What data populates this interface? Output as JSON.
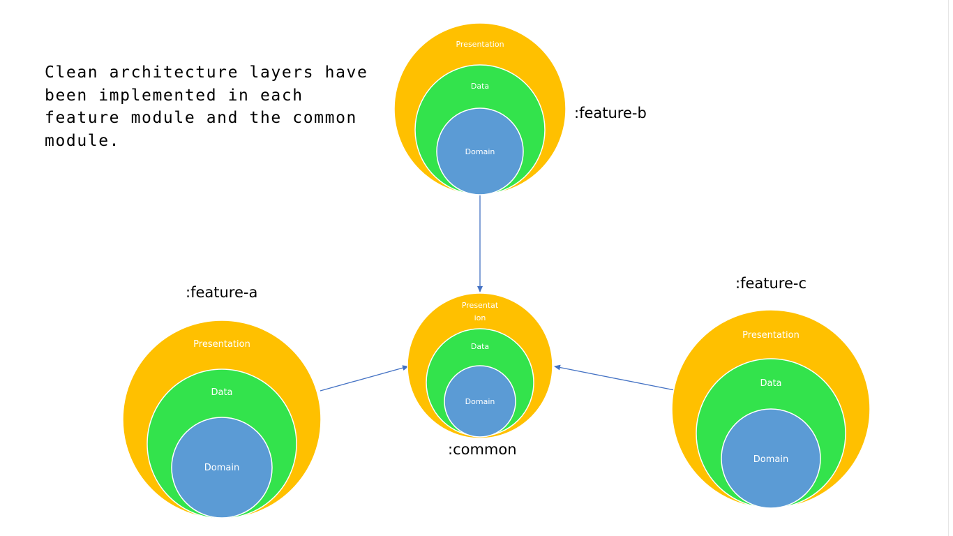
{
  "caption": "Clean architecture layers have been implemented in each feature module and the common module.",
  "modules": {
    "feature_b": {
      "label": ":feature-b",
      "presentation": "Presentation",
      "data": "Data",
      "domain": "Domain"
    },
    "feature_a": {
      "label": ":feature-a",
      "presentation": "Presentation",
      "data": "Data",
      "domain": "Domain"
    },
    "common": {
      "label": ":common",
      "presentation_line1": "Presentat",
      "presentation_line2": "ion",
      "data": "Data",
      "domain": "Domain"
    },
    "feature_c": {
      "label": ":feature-c",
      "presentation": "Presentation",
      "data": "Data",
      "domain": "Domain"
    }
  },
  "colors": {
    "presentation": "#FFC000",
    "data": "#33E34C",
    "domain": "#5B9BD5",
    "arrow": "#4472C4"
  }
}
